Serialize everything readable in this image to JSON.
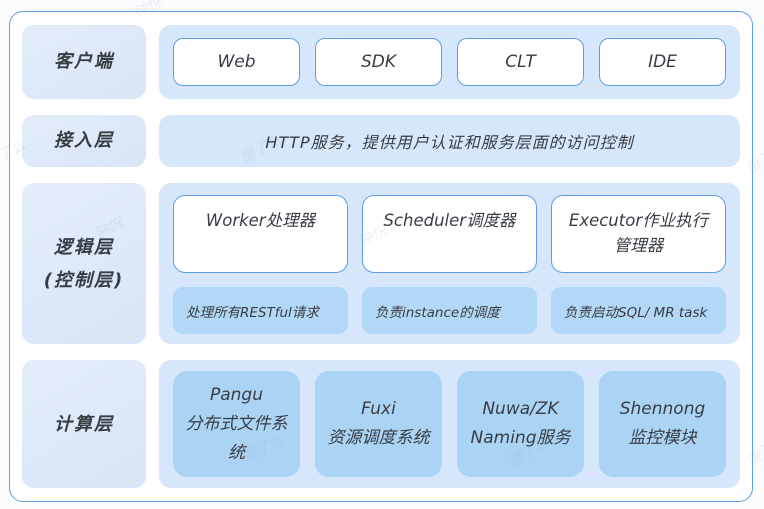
{
  "colors": {
    "accent_border": "#5d9fe6",
    "panel_bg": "#d6e7fb",
    "label_bg_light": "#e4edfb",
    "label_bg_dark": "#d7e5f8",
    "chip_bg": "#abd3f4",
    "subchip_bg": "#b3d7f6",
    "text": "#383d44",
    "watermark": "#8b9ab4"
  },
  "watermark": {
    "brand": "饿了么",
    "name": "钟悦"
  },
  "layers": {
    "client": {
      "label": "客户端",
      "items": [
        {
          "label": "Web"
        },
        {
          "label": "SDK"
        },
        {
          "label": "CLT"
        },
        {
          "label": "IDE"
        }
      ]
    },
    "access": {
      "label": "接入层",
      "description": "HTTP服务，提供用户认证和服务层面的访问控制"
    },
    "logic": {
      "label_line1": "逻辑层",
      "label_line2": "(控制层)",
      "modules": [
        {
          "title": "Worker处理器",
          "note": "处理所有RESTful请求"
        },
        {
          "title": "Scheduler调度器",
          "note": "负责instance的调度"
        },
        {
          "title": "Executor作业执行管理器",
          "note": "负责启动SQL/ MR task"
        }
      ]
    },
    "compute": {
      "label": "计算层",
      "modules": [
        {
          "name": "Pangu",
          "desc": "分布式文件系统"
        },
        {
          "name": "Fuxi",
          "desc": "资源调度系统"
        },
        {
          "name": "Nuwa/ZK",
          "desc": "Naming服务"
        },
        {
          "name": "Shennong",
          "desc": "监控模块"
        }
      ]
    }
  }
}
